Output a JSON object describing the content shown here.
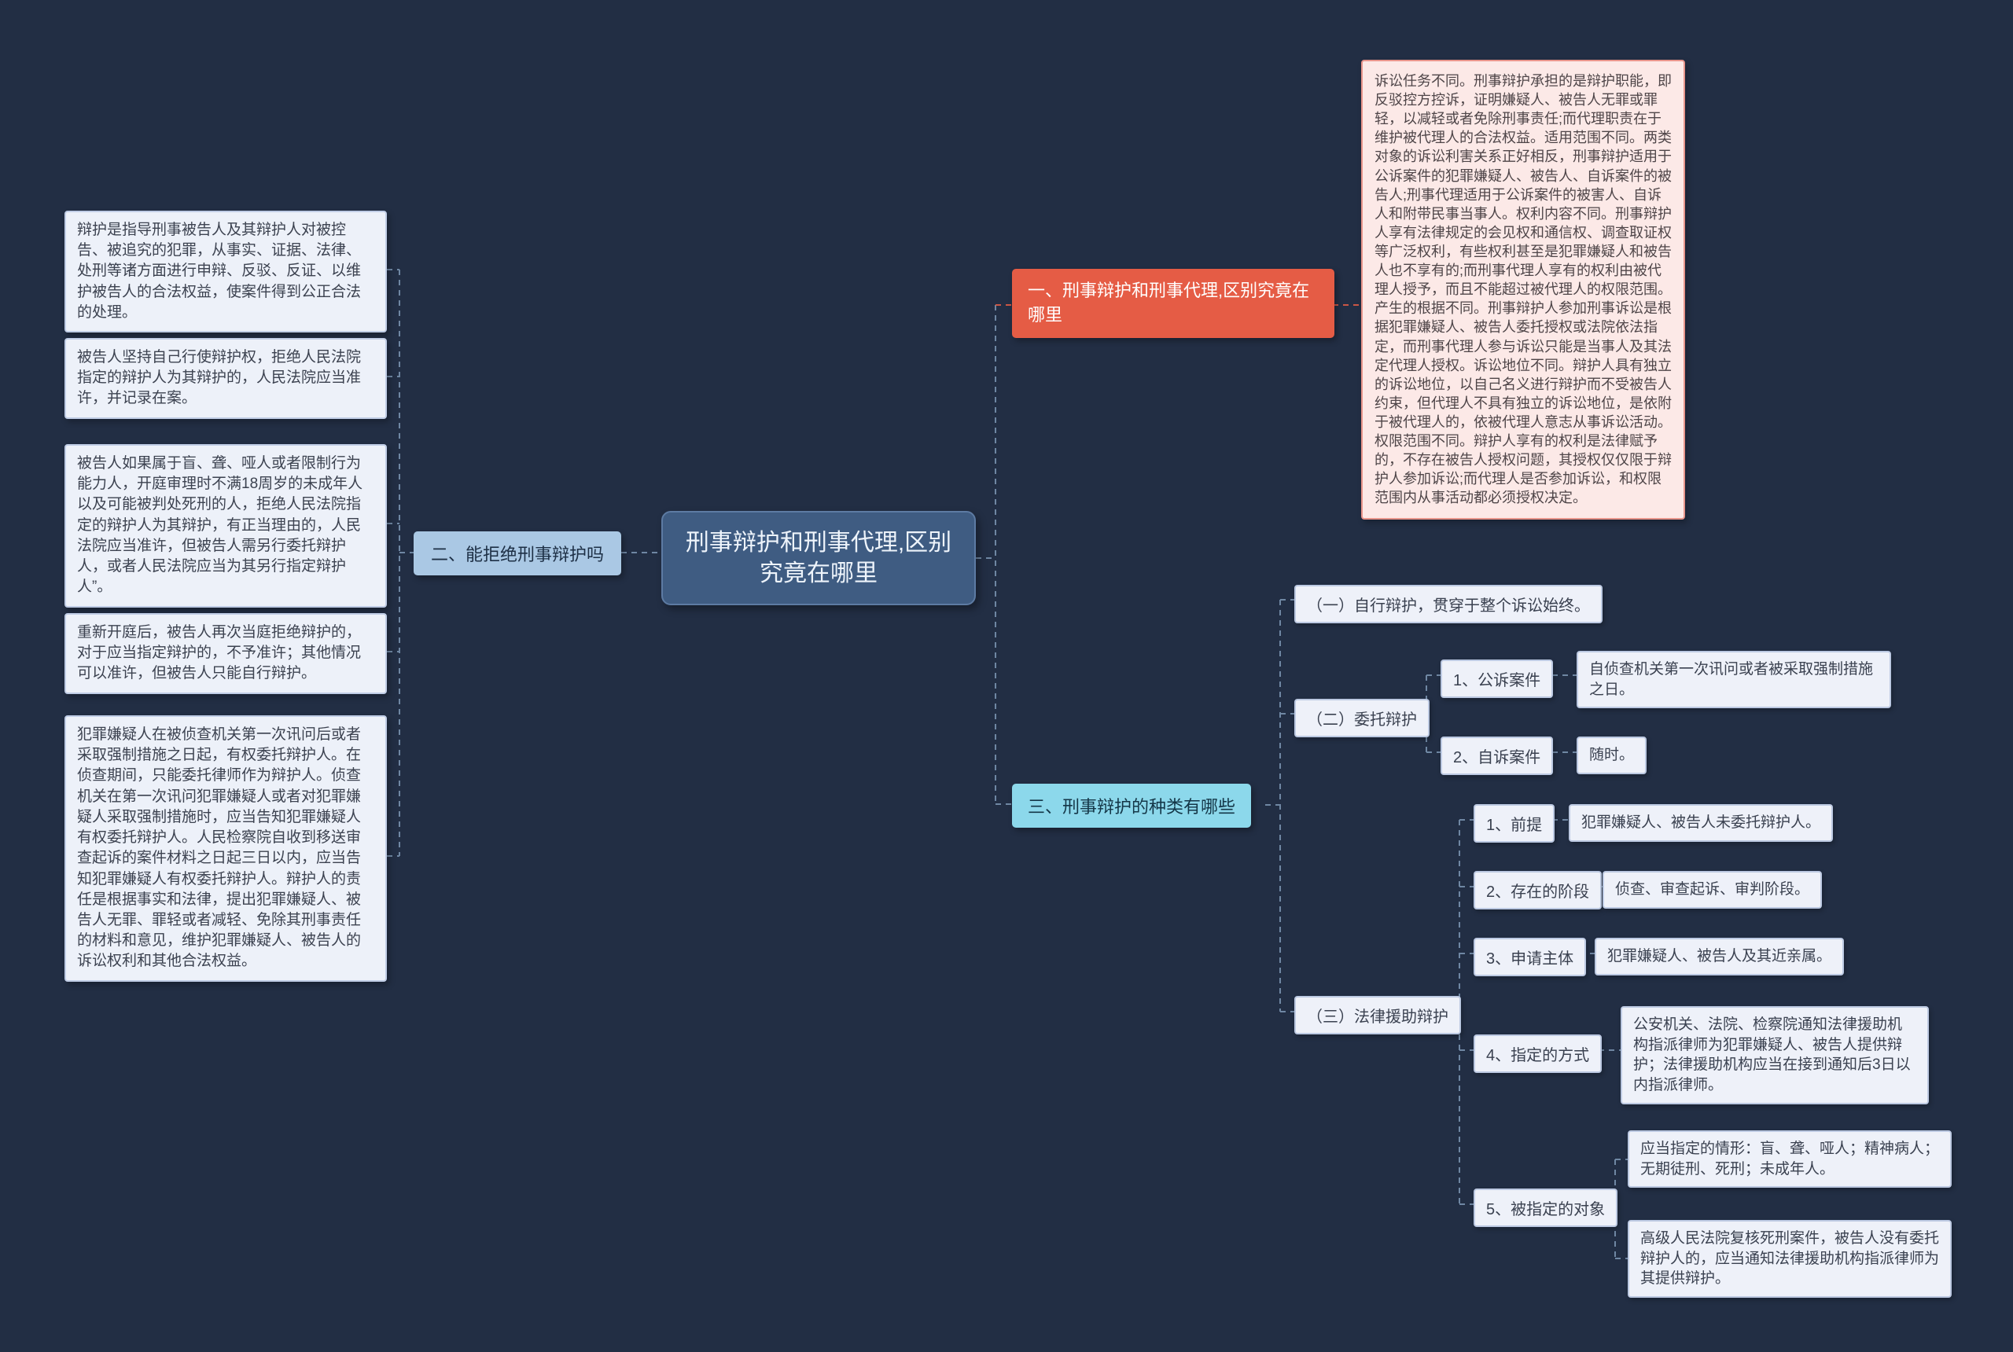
{
  "root": {
    "label": "刑事辩护和刑事代理,区别究竟在哪里"
  },
  "branch_one": {
    "label": "一、刑事辩护和刑事代理,区别究竟在哪里",
    "detail": "诉讼任务不同。刑事辩护承担的是辩护职能，即反驳控方控诉，证明嫌疑人、被告人无罪或罪轻，以减轻或者免除刑事责任;而代理职责在于维护被代理人的合法权益。适用范围不同。两类对象的诉讼利害关系正好相反，刑事辩护适用于公诉案件的犯罪嫌疑人、被告人、自诉案件的被告人;刑事代理适用于公诉案件的被害人、自诉人和附带民事当事人。权利内容不同。刑事辩护人享有法律规定的会见权和通信权、调查取证权等广泛权利，有些权利甚至是犯罪嫌疑人和被告人也不享有的;而刑事代理人享有的权利由被代理人授予，而且不能超过被代理人的权限范围。产生的根据不同。刑事辩护人参加刑事诉讼是根据犯罪嫌疑人、被告人委托授权或法院依法指定，而刑事代理人参与诉讼只能是当事人及其法定代理人授权。诉讼地位不同。辩护人具有独立的诉讼地位，以自己名义进行辩护而不受被告人约束，但代理人不具有独立的诉讼地位，是依附于被代理人的，依被代理人意志从事诉讼活动。权限范围不同。辩护人享有的权利是法律赋予的，不存在被告人授权问题，其授权仅仅限于辩护人参加诉讼;而代理人是否参加诉讼，和权限范围内从事活动都必须授权决定。"
  },
  "branch_two": {
    "label": "二、能拒绝刑事辩护吗",
    "notes": [
      "辩护是指导刑事被告人及其辩护人对被控告、被追究的犯罪，从事实、证据、法律、处刑等诸方面进行申辩、反驳、反证、以维护被告人的合法权益，使案件得到公正合法的处理。",
      "被告人坚持自己行使辩护权，拒绝人民法院指定的辩护人为其辩护的，人民法院应当准许，并记录在案。",
      "被告人如果属于盲、聋、哑人或者限制行为能力人，开庭审理时不满18周岁的未成年人以及可能被判处死刑的人，拒绝人民法院指定的辩护人为其辩护，有正当理由的，人民法院应当准许，但被告人需另行委托辩护人，或者人民法院应当为其另行指定辩护人”。",
      "重新开庭后，被告人再次当庭拒绝辩护的，对于应当指定辩护的，不予准许；其他情况可以准许，但被告人只能自行辩护。",
      "犯罪嫌疑人在被侦查机关第一次讯问后或者采取强制措施之日起，有权委托辩护人。在侦查期间，只能委托律师作为辩护人。侦查机关在第一次讯问犯罪嫌疑人或者对犯罪嫌疑人采取强制措施时，应当告知犯罪嫌疑人有权委托辩护人。人民检察院自收到移送审查起诉的案件材料之日起三日以内，应当告知犯罪嫌疑人有权委托辩护人。辩护人的责任是根据事实和法律，提出犯罪嫌疑人、被告人无罪、罪轻或者减轻、免除其刑事责任的材料和意见，维护犯罪嫌疑人、被告人的诉讼权利和其他合法权益。"
    ]
  },
  "branch_three": {
    "label": "三、刑事辩护的种类有哪些",
    "self_defense": "（一）自行辩护，贯穿于整个诉讼始终。",
    "entrusted": {
      "label": "（二）委托辩护",
      "public_case": {
        "label": "1、公诉案件",
        "detail": "自侦查机关第一次讯问或者被采取强制措施之日。"
      },
      "private_case": {
        "label": "2、自诉案件",
        "detail": "随时。"
      }
    },
    "legal_aid": {
      "label": "（三）法律援助辩护",
      "premise": {
        "label": "1、前提",
        "detail": "犯罪嫌疑人、被告人未委托辩护人。"
      },
      "stage": {
        "label": "2、存在的阶段",
        "detail": "侦查、审查起诉、审判阶段。"
      },
      "applicant": {
        "label": "3、申请主体",
        "detail": "犯罪嫌疑人、被告人及其近亲属。"
      },
      "method": {
        "label": "4、指定的方式",
        "detail": "公安机关、法院、检察院通知法律援助机构指派律师为犯罪嫌疑人、被告人提供辩护；法律援助机构应当在接到通知后3日以内指派律师。"
      },
      "target": {
        "label": "5、被指定的对象",
        "details": [
          "应当指定的情形：盲、聋、哑人；精神病人；无期徒刑、死刑；未成年人。",
          "高级人民法院复核死刑案件，被告人没有委托辩护人的，应当通知法律援助机构指派律师为其提供辩护。"
        ]
      }
    }
  },
  "colors": {
    "background": "#222e44",
    "root_node": "#3f5c82",
    "branch_one_node": "#e55c45",
    "branch_two_node": "#aac8e4",
    "branch_three_node": "#8cd8eb",
    "note_box": "#edf1f9",
    "detail_box": "#fce9e7",
    "connector": "#7d96b4",
    "connector_accent": "#dd5b46"
  }
}
